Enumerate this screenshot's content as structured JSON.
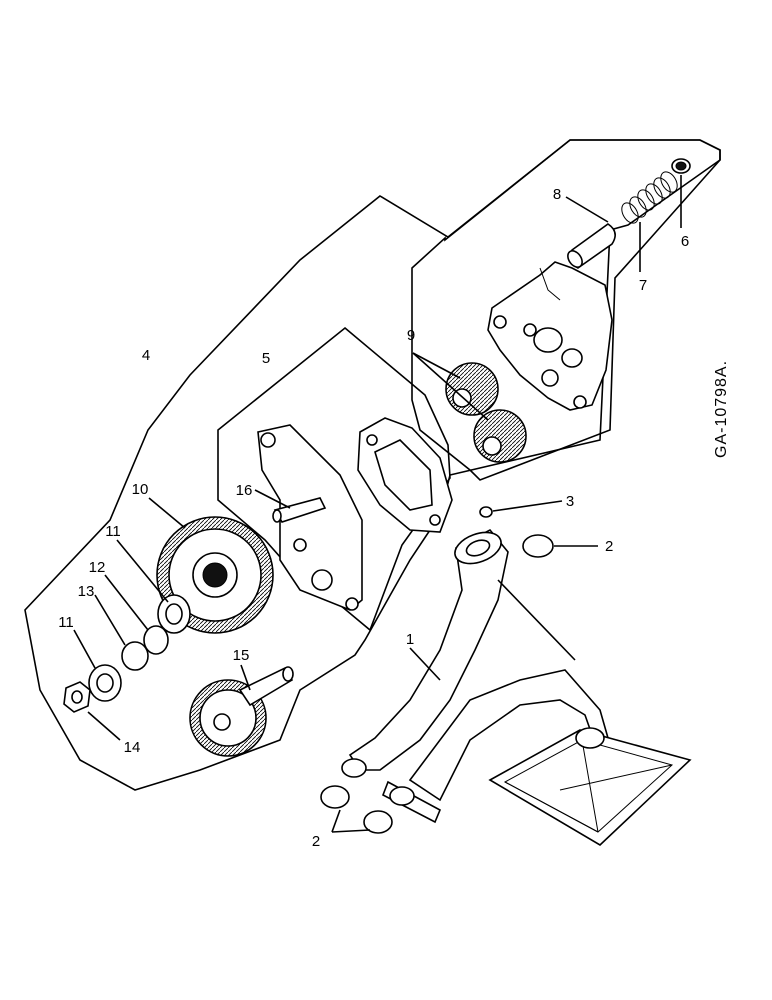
{
  "figure_code": "GA-10798A.",
  "callouts": {
    "c1": "1",
    "c2a": "2",
    "c2b": "2",
    "c3": "3",
    "c4": "4",
    "c5": "5",
    "c6": "6",
    "c7": "7",
    "c8": "8",
    "c9": "9",
    "c10": "10",
    "c11a": "11",
    "c11b": "11",
    "c12": "12",
    "c13": "13",
    "c14": "14",
    "c15": "15",
    "c16": "16"
  }
}
